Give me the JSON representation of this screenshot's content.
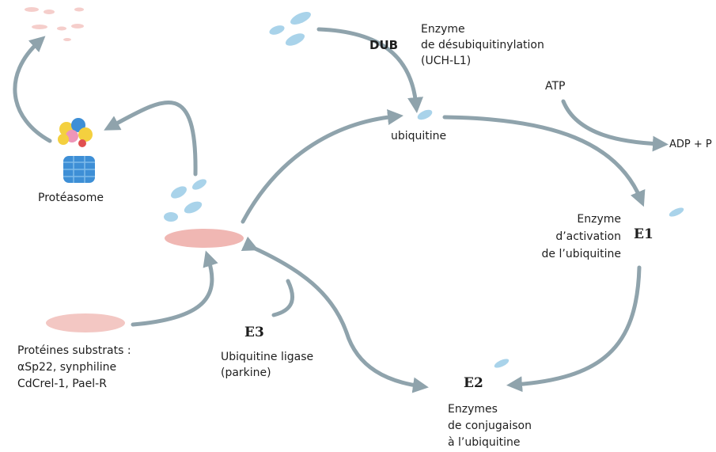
{
  "labels": {
    "dub": "DUB",
    "dub_desc": [
      "Enzyme",
      "de désubiquitinylation",
      "(UCH-L1)"
    ],
    "atp": "ATP",
    "adp": "ADP + P",
    "ubiquitine": "ubiquitine",
    "e1": "E1",
    "e1_desc": [
      "Enzyme",
      "d’activation",
      "de l’ubiquitine"
    ],
    "e2": "E2",
    "e2_desc": [
      "Enzymes",
      "de conjugaison",
      "à l’ubiquitine"
    ],
    "e3": "E3",
    "e3_desc": [
      "Ubiquitine ligase",
      "(parkine)"
    ],
    "proteasome": "Protéasome",
    "substrates": [
      "Protéines substrats :",
      "αSp22, synphiline",
      "CdCrel-1, Pael-R"
    ]
  },
  "colors": {
    "arrow": "#8fa3ac",
    "ubiquitin": "#a9d3ea",
    "substrate": "#f0b7b3",
    "proteasome_blue": "#3e8fd6",
    "proteasome_yellow": "#f4d03f",
    "proteasome_red": "#e05050"
  }
}
